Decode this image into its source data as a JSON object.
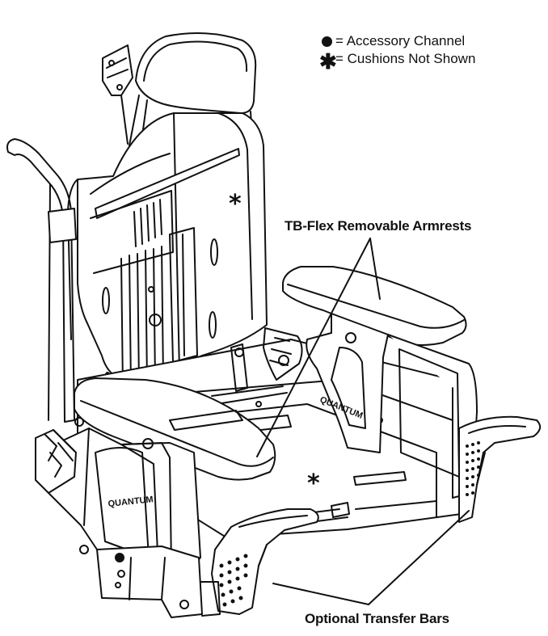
{
  "legend": {
    "accessory_channel": "= Accessory Channel",
    "cushions_not_shown": "= Cushions Not Shown"
  },
  "callouts": {
    "armrests": "TB-Flex Removable Armrests",
    "transfer_bars": "Optional Transfer Bars"
  },
  "seat_marks": {
    "back_cushion": "*",
    "seat_cushion": "*"
  },
  "brand_labels": {
    "left_armrest": "QUANTUM",
    "right_armrest": "QUANTUM"
  }
}
